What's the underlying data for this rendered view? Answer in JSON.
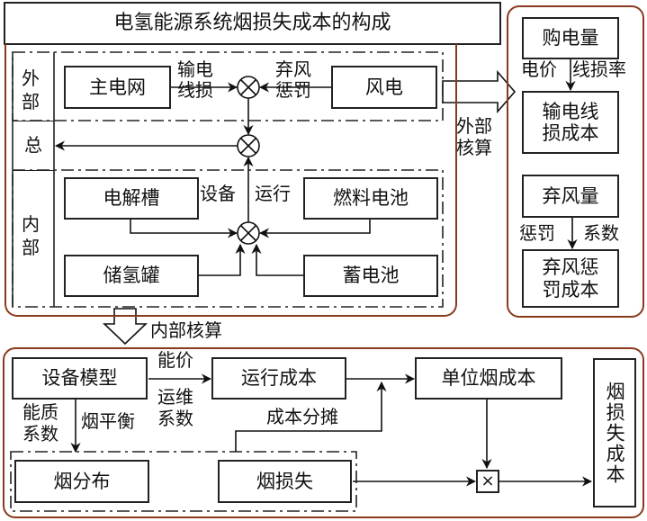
{
  "title": "电氢能源系统烟损失成本的构成",
  "top_panel": {
    "rows": {
      "external": "外部",
      "total": "总",
      "internal": "内部"
    },
    "external": {
      "main_grid": "主电网",
      "transmission_loss_label": [
        "输电",
        "线损"
      ],
      "wind_penalty_label": [
        "弃风",
        "惩罚"
      ],
      "wind_power": "风电"
    },
    "internal": {
      "electrolyzer": "电解槽",
      "fuel_cell": "燃料电池",
      "hydrogen_tank": "储氢罐",
      "battery": "蓄电池",
      "equipment_label": "设备",
      "operation_label": "运行"
    },
    "operator_symbol": "⊗"
  },
  "external_accounting": {
    "label": [
      "外部",
      "核算"
    ],
    "purchased_power": "购电量",
    "price_label": "电价",
    "line_loss_rate_label": "线损率",
    "transmission_loss_cost": [
      "输电线",
      "损成本"
    ],
    "curtailed_wind": "弃风量",
    "penalty_label": "惩罚",
    "coefficient_label": "系数",
    "wind_penalty_cost": [
      "弃风惩",
      "罚成本"
    ]
  },
  "internal_accounting": {
    "label": "内部核算"
  },
  "bottom_panel": {
    "equipment_model": "设备模型",
    "energy_price_label": "能价",
    "om_coefficient_label": [
      "运维",
      "系数"
    ],
    "operation_cost": "运行成本",
    "unit_exergy_cost": "单位烟成本",
    "energy_quality_label": [
      "能质",
      "系数"
    ],
    "exergy_balance_label": "烟平衡",
    "cost_allocation_label": "成本分摊",
    "exergy_distribution": "烟分布",
    "exergy_loss": "烟损失",
    "multiply_symbol": "×",
    "exergy_loss_cost": "烟损失成本"
  }
}
